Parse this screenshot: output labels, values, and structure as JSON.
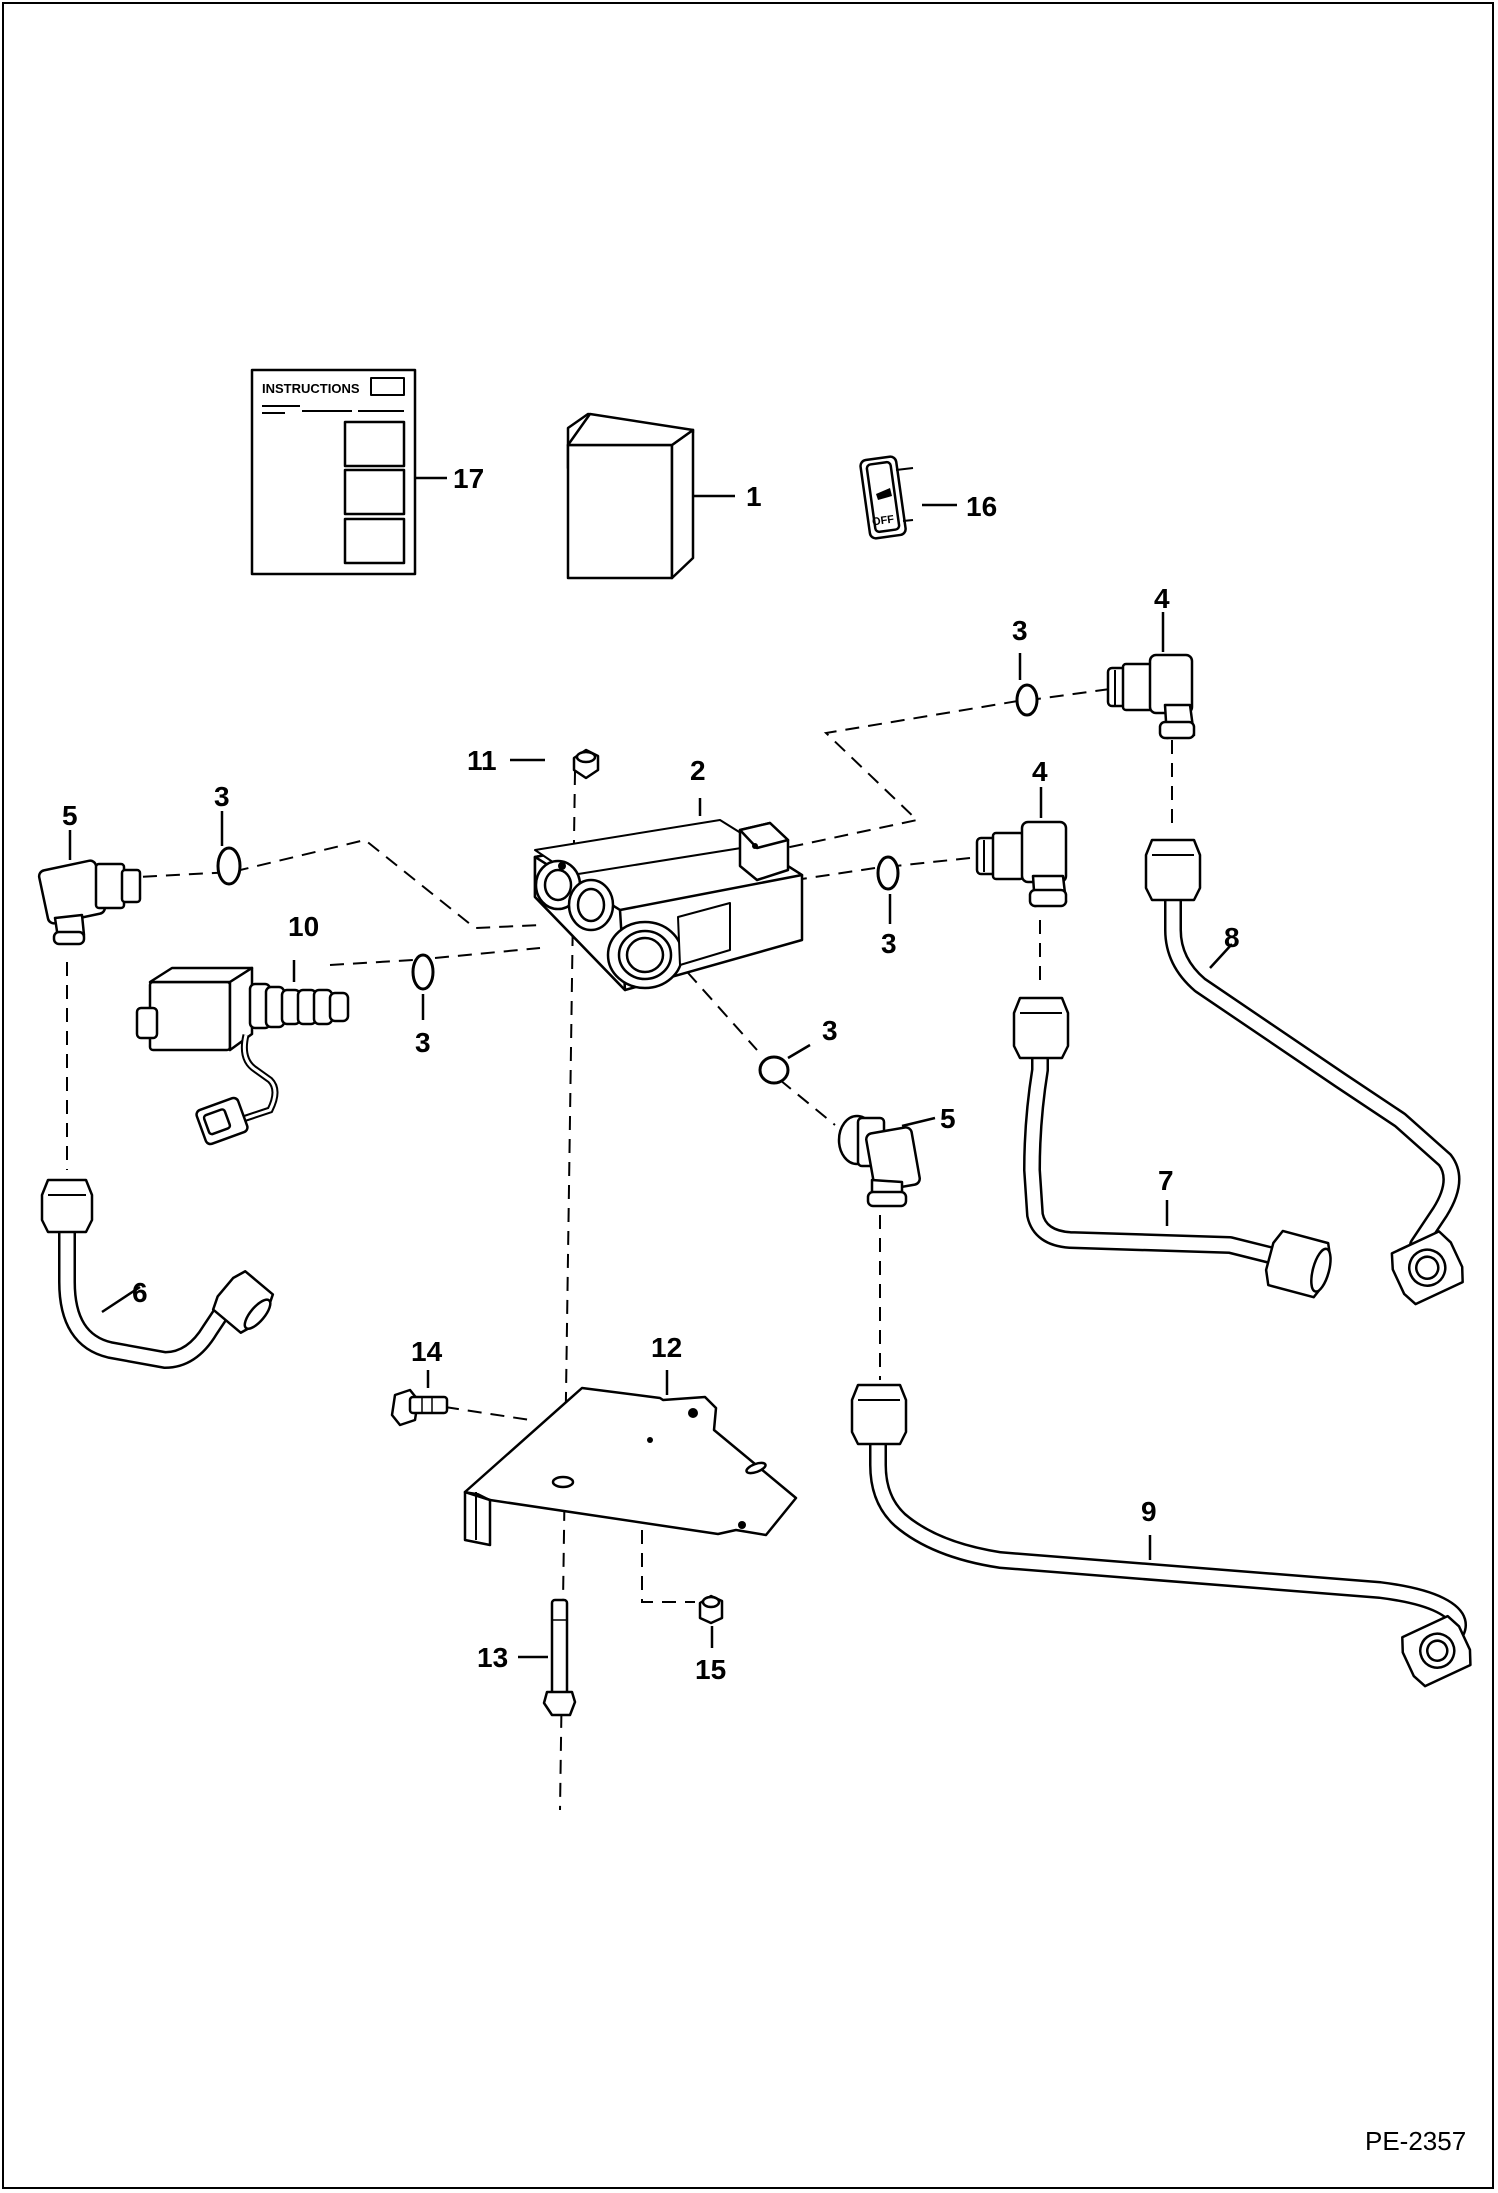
{
  "diagram": {
    "figure_id": "PE-2357",
    "instructions_heading": "INSTRUCTIONS",
    "switch_text": "OFF",
    "callouts": {
      "c1": "1",
      "c2": "2",
      "c3a": "3",
      "c3b": "3",
      "c3c": "3",
      "c3d": "3",
      "c3e": "3",
      "c4a": "4",
      "c4b": "4",
      "c5a": "5",
      "c5b": "5",
      "c6": "6",
      "c7": "7",
      "c8": "8",
      "c9": "9",
      "c10": "10",
      "c11": "11",
      "c12": "12",
      "c13": "13",
      "c14": "14",
      "c15": "15",
      "c16": "16",
      "c17": "17"
    }
  }
}
